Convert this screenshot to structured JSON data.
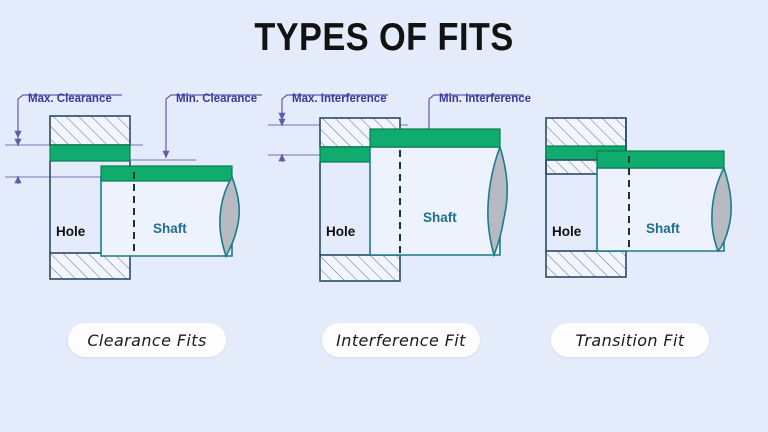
{
  "title": "TYPES OF FITS",
  "colors": {
    "background": "#e4ebfb",
    "green": "#0fac6e",
    "green_stroke": "#0b7a52",
    "outline": "#2a4a63",
    "shaft_stroke": "#1c7b8c",
    "label_blue": "#3a3a9e",
    "shaft_text": "#1f6f90",
    "hole_text": "#111111",
    "dim_line": "#5b5fa8",
    "break_fill": "#b7bac0"
  },
  "diagrams": [
    {
      "id": "clearance",
      "caption": "Clearance Fits",
      "hole_label": "Hole",
      "shaft_label": "Shaft",
      "annotations": [
        {
          "name": "max-clearance",
          "text": "Max. Clearance"
        },
        {
          "name": "min-clearance",
          "text": "Min. Clearance"
        }
      ]
    },
    {
      "id": "interference",
      "caption": "Interference Fit",
      "hole_label": "Hole",
      "shaft_label": "Shaft",
      "annotations": [
        {
          "name": "max-interference",
          "text": "Max. Interference"
        },
        {
          "name": "min-interference",
          "text": "Min. Interference"
        }
      ]
    },
    {
      "id": "transition",
      "caption": "Transition Fit",
      "hole_label": "Hole",
      "shaft_label": "Shaft",
      "annotations": []
    }
  ]
}
